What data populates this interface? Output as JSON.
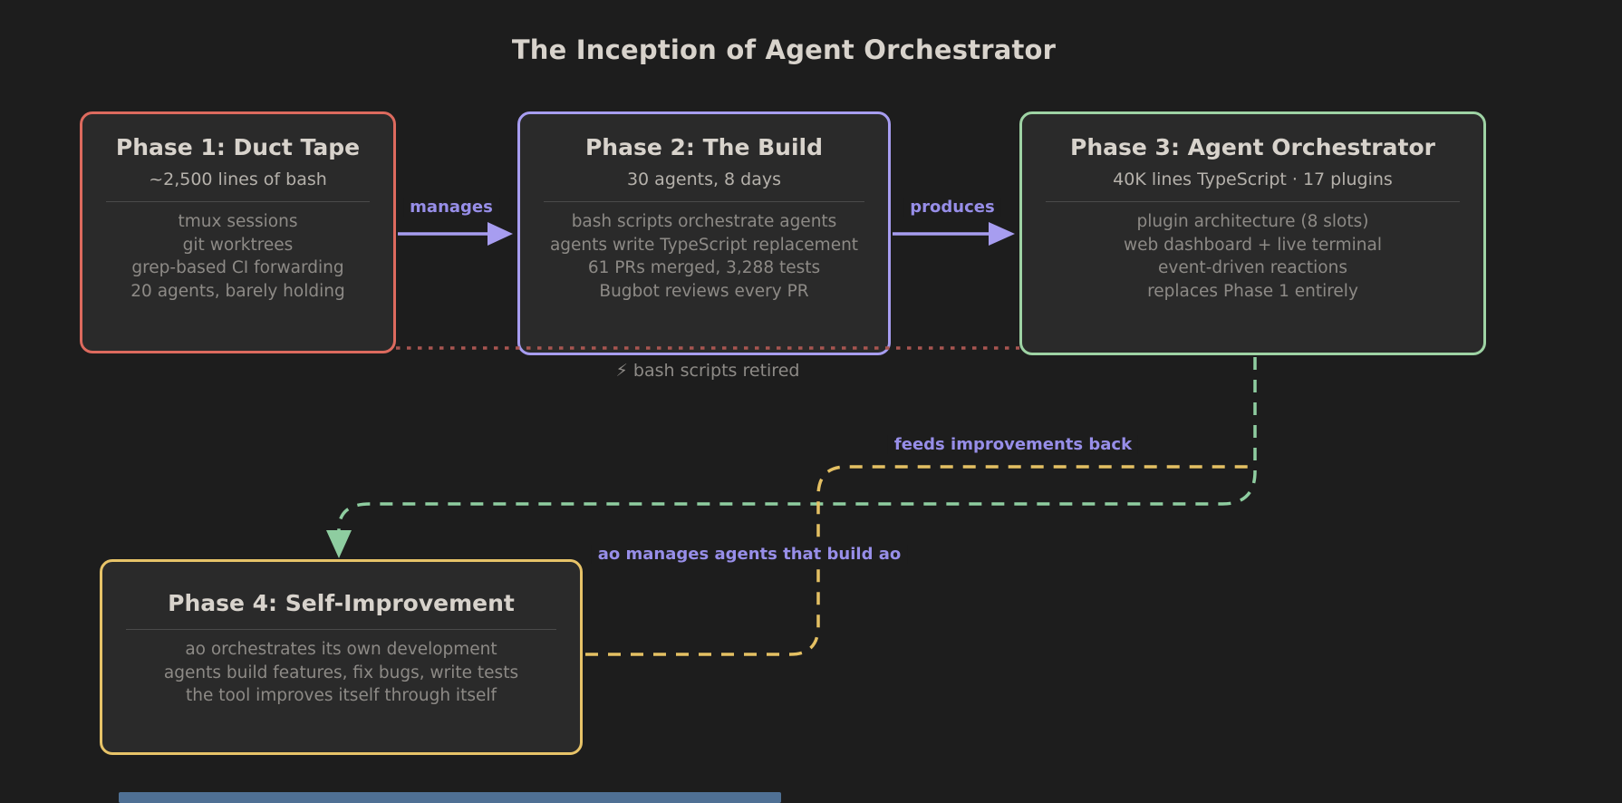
{
  "title": "The Inception of Agent Orchestrator",
  "boxes": [
    {
      "heading": "Phase 1: Duct Tape",
      "subtitle": "~2,500 lines of bash",
      "items": [
        "tmux sessions",
        "git worktrees",
        "grep-based CI forwarding",
        "20 agents, barely holding"
      ]
    },
    {
      "heading": "Phase 2: The Build",
      "subtitle": "30 agents, 8 days",
      "items": [
        "bash scripts orchestrate agents",
        "agents write TypeScript replacement",
        "61 PRs merged, 3,288 tests",
        "Bugbot reviews every PR"
      ]
    },
    {
      "heading": "Phase 3: Agent Orchestrator",
      "subtitle": "40K lines TypeScript · 17 plugins",
      "items": [
        "plugin architecture (8 slots)",
        "web dashboard + live terminal",
        "event-driven reactions",
        "replaces Phase 1 entirely"
      ]
    },
    {
      "heading": "Phase 4: Self-Improvement",
      "items": [
        "ao orchestrates its own development",
        "agents build features, fix bugs, write tests",
        "the tool improves itself through itself"
      ]
    }
  ],
  "edges": {
    "manages_label": "manages",
    "produces_label": "produces",
    "retired_label": "⚡ bash scripts retired",
    "feeds_label": "feeds improvements back",
    "self_label": "ao manages agents that build ao"
  },
  "colors": {
    "background": "#1d1d1d",
    "node_fill": "#2a2a2a",
    "phase1_border": "#dd6a5e",
    "phase2_border": "#a79df0",
    "phase3_border": "#9ed3a4",
    "phase4_border": "#e7c368",
    "arrow_purple": "#a79df0",
    "edge_label_purple": "#978ee8",
    "dotted_red": "#a85550",
    "dashed_green": "#8ecda0",
    "dashed_yellow": "#e4c063",
    "heading_text": "#d8d3cc",
    "subtitle_text": "#b5b1ab",
    "item_text": "#8d8a86",
    "scrollbar": "#4f7094"
  }
}
